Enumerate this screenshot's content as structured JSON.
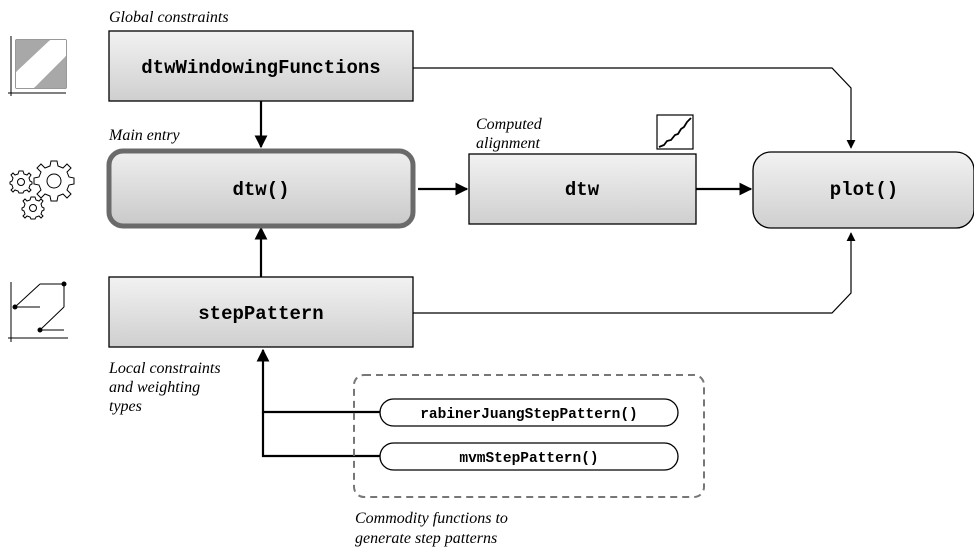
{
  "annotations": {
    "global_constraints": "Global constraints",
    "main_entry": "Main entry",
    "computed_line1": "Computed",
    "computed_line2": "alignment",
    "local_line1": "Local constraints",
    "local_line2": "and weighting",
    "local_line3": "types",
    "commodity_line1": "Commodity functions to",
    "commodity_line2": "generate step patterns"
  },
  "nodes": {
    "windowing": "dtwWindowingFunctions",
    "dtw_call": "dtw()",
    "dtw_obj": "dtw",
    "plot": "plot()",
    "step_pattern": "stepPattern",
    "rabiner": "rabinerJuangStepPattern()",
    "mvm": "mvmStepPattern()"
  },
  "icons": {
    "window": "window-constraint-icon",
    "gears": "gears-icon",
    "step_pattern": "step-pattern-icon",
    "alignment": "alignment-path-icon"
  },
  "colors": {
    "box_gradient_top": "#f2f2f2",
    "box_gradient_bottom": "#cfcfcf",
    "main_border": "#6a6a6a",
    "line": "#000000",
    "dashed_border": "#777777"
  }
}
